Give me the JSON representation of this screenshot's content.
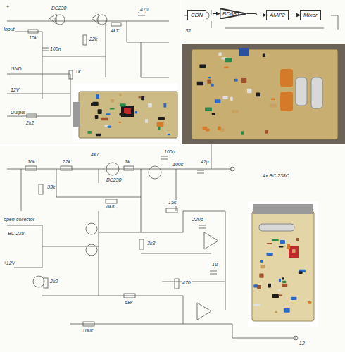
{
  "diagram": {
    "nodes": [
      {
        "text": [
          "CDN"
        ]
      },
      {
        "text": [
          "BD681"
        ]
      },
      {
        "text": [
          "AMP2"
        ]
      },
      {
        "text": [
          "Mixer"
        ]
      }
    ],
    "edges": [
      {
        "from": 0,
        "to": 1,
        "arrow": "to"
      },
      {
        "from": 1,
        "to": 2,
        "arrow": "to"
      },
      {
        "from": 2,
        "to": 3,
        "arrow": "to"
      }
    ],
    "labels": [
      "+",
      "Input",
      "10k",
      "BC238",
      "22k",
      "4k7",
      "47µ",
      "100n",
      "1k",
      "GND",
      "12V",
      "Output",
      "2k2",
      "S1",
      "4x BC 238C",
      "open-collector",
      "BC 238",
      "+12V",
      "10k",
      "22k",
      "4k7",
      "BC238",
      "1k",
      "100n",
      "47µ",
      "100k",
      "33k",
      "6k8",
      "15k",
      "220p",
      "3k3",
      "68k",
      "470",
      "1µ",
      "12",
      "100k",
      "2k2"
    ]
  }
}
